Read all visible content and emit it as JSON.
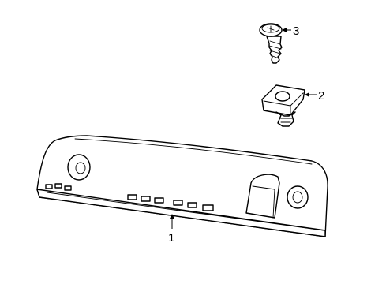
{
  "callouts": {
    "part_1": "1",
    "part_2": "2",
    "part_3": "3"
  },
  "colors": {
    "line": "#000000",
    "background": "#ffffff"
  }
}
